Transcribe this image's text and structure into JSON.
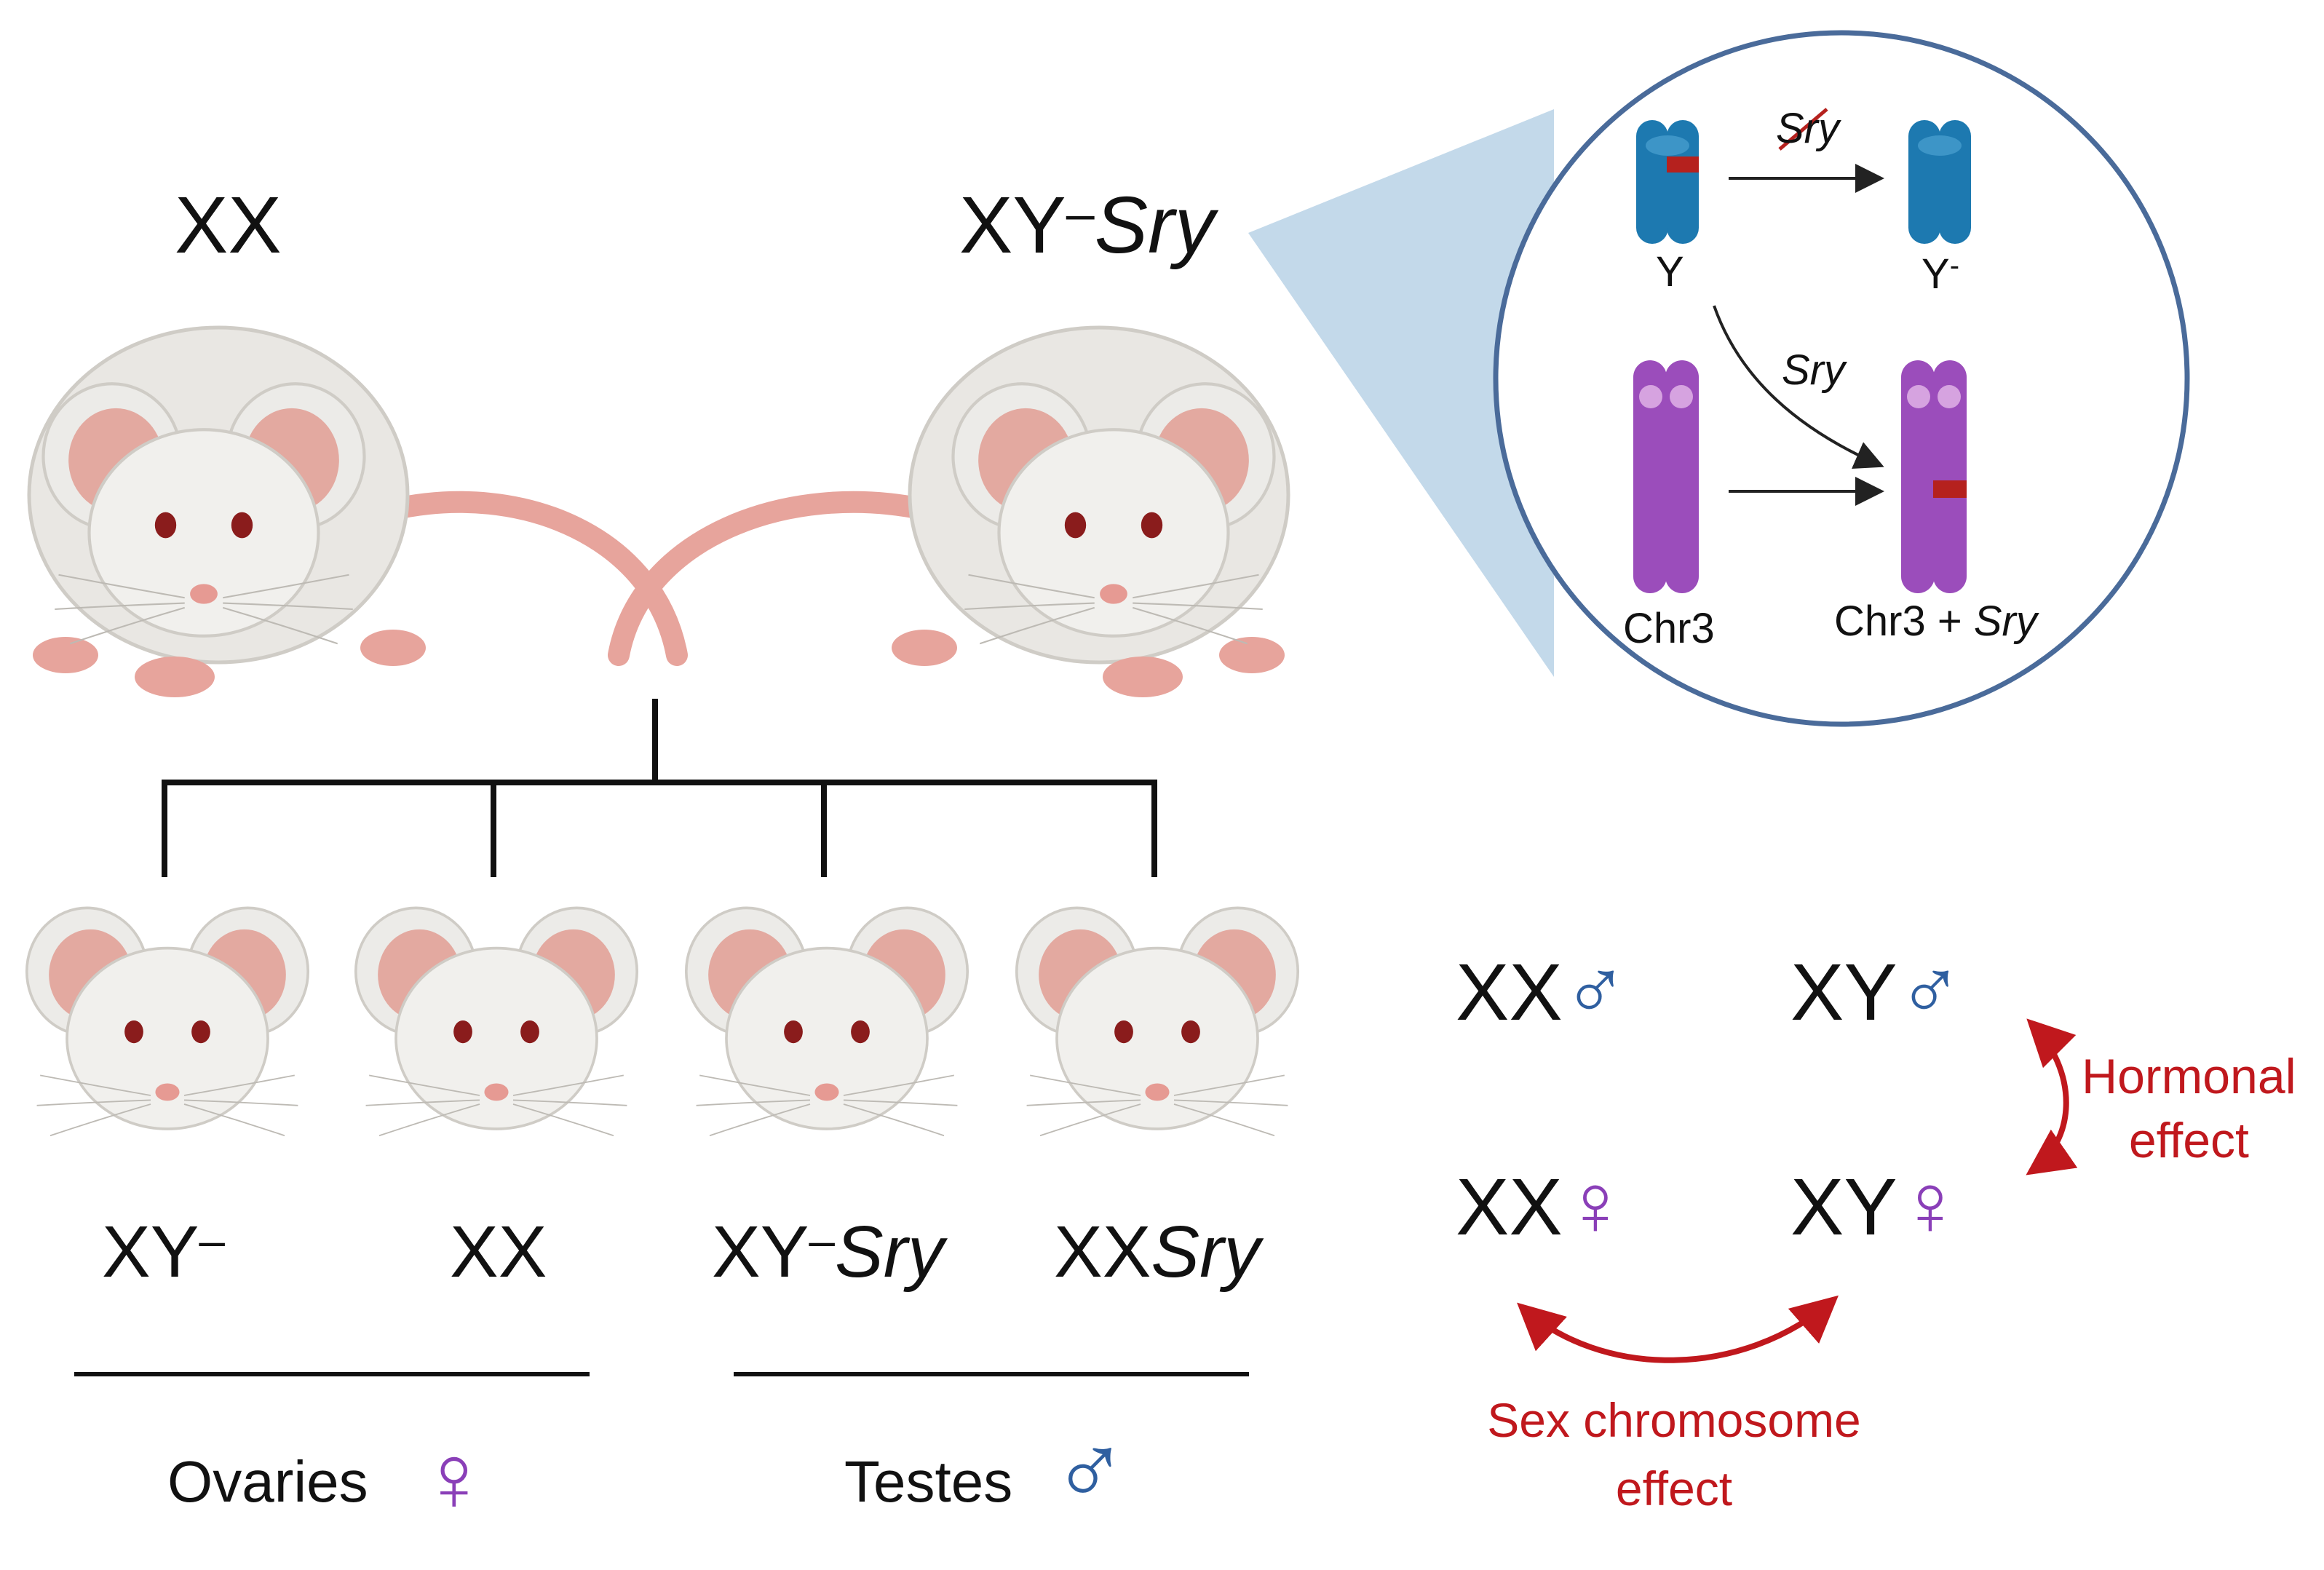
{
  "parents": {
    "left": {
      "genotype": "XX"
    },
    "right": {
      "genotype_main": "XY",
      "genotype_sup": "–",
      "genotype_gene": "Sry"
    }
  },
  "inset": {
    "y_label": "Y",
    "y_minus_label_main": "Y",
    "y_minus_label_sup": "-",
    "deleted_gene": "Sry",
    "inserted_gene": "Sry",
    "chr3_label": "Chr3",
    "chr3_sry_label_main": "Chr3 + ",
    "chr3_sry_label_gene": "Sry"
  },
  "offspring": [
    {
      "main": "XY",
      "sup": "–",
      "gene": ""
    },
    {
      "main": "XX",
      "sup": "",
      "gene": ""
    },
    {
      "main": "XY",
      "sup": "–",
      "gene": "Sry"
    },
    {
      "main": "XX",
      "sup": "",
      "gene": "Sry"
    }
  ],
  "groups": {
    "ovaries": {
      "label": "Ovaries",
      "symbol": "♀"
    },
    "testes": {
      "label": "Testes",
      "symbol": "♂"
    }
  },
  "matrix": {
    "xx_male": {
      "genotype": "XX",
      "symbol": "♂"
    },
    "xy_male": {
      "genotype": "XY",
      "symbol": "♂"
    },
    "xx_female": {
      "genotype": "XX",
      "symbol": "♀"
    },
    "xy_female": {
      "genotype": "XY",
      "symbol": "♀"
    },
    "hormonal_line1": "Hormonal",
    "hormonal_line2": "effect",
    "sexchrom_line1": "Sex chromosome",
    "sexchrom_line2": "effect"
  },
  "colors": {
    "chrY": "#1d79b0",
    "chr3": "#9b4dbb",
    "sry_band": "#b5211e",
    "effect_red": "#c0181d",
    "male_blue": "#2f5fa0",
    "female_purple": "#8a3fb8",
    "mouse_body": "#ecebe8",
    "mouse_ear": "#e3a9a0",
    "mouse_tail": "#e7a49c",
    "inset_fill": "#b8d2e6",
    "inset_border": "#4a6b9a"
  }
}
